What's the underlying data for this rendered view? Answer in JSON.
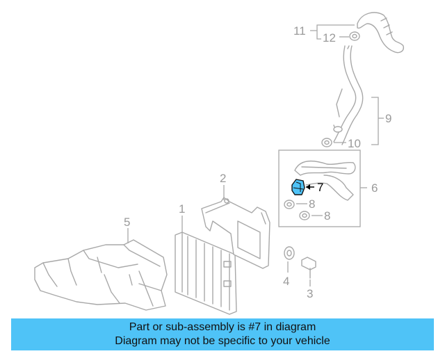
{
  "diagram": {
    "callouts": {
      "c1": "1",
      "c2": "2",
      "c3": "3",
      "c4": "4",
      "c5": "5",
      "c6": "6",
      "c7": "7",
      "c8a": "8",
      "c8b": "8",
      "c9": "9",
      "c10": "10",
      "c11": "11",
      "c12": "12"
    },
    "highlight_color": "#4fc3f7"
  },
  "banner": {
    "line1": "Part or sub-assembly is #7 in diagram",
    "line2": "Diagram may not be specific to your vehicle",
    "background": "#4fc3f7"
  }
}
